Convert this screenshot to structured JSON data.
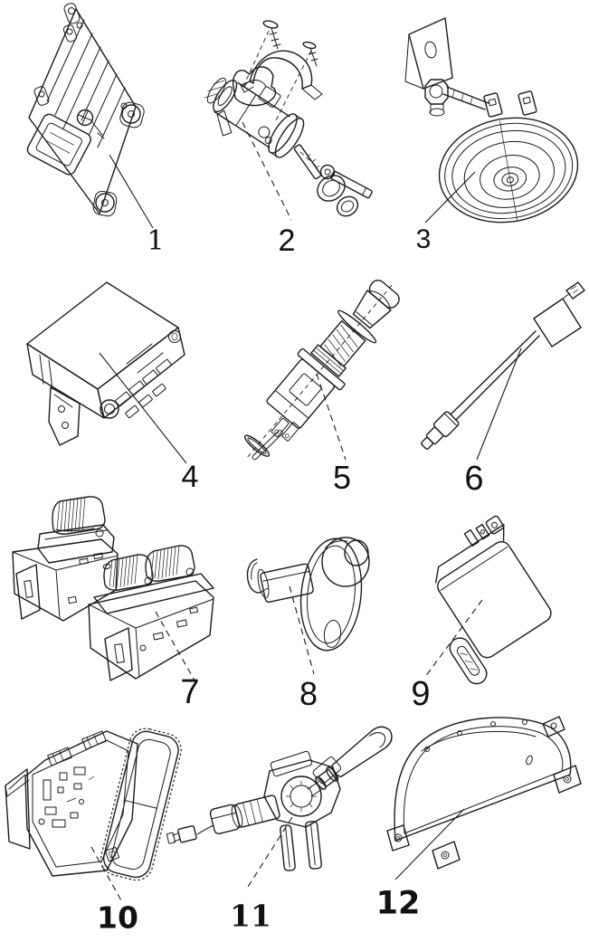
{
  "page": {
    "background_color": "#ffffff",
    "line_color": "#1b1b1b",
    "description_labels": [
      "1",
      "2",
      "3",
      "4",
      "5",
      "6",
      "7",
      "8",
      "9",
      "10",
      "11",
      "12"
    ]
  },
  "parts": [
    {
      "label": "1",
      "name": "engine-control-module"
    },
    {
      "label": "2",
      "name": "ignition-lock-cylinder-with-keys"
    },
    {
      "label": "3",
      "name": "horn-with-bracket"
    },
    {
      "label": "4",
      "name": "radio-head-unit"
    },
    {
      "label": "5",
      "name": "ignition-starter-switch"
    },
    {
      "label": "6",
      "name": "fuse-link-cable"
    },
    {
      "label": "7",
      "name": "power-window-switches"
    },
    {
      "label": "8",
      "name": "door-jamb-switch"
    },
    {
      "label": "9",
      "name": "relay"
    },
    {
      "label": "10",
      "name": "instrument-cluster-rear-housing"
    },
    {
      "label": "11",
      "name": "steering-column-combination-switch"
    },
    {
      "label": "12",
      "name": "instrument-cluster-lens"
    }
  ]
}
